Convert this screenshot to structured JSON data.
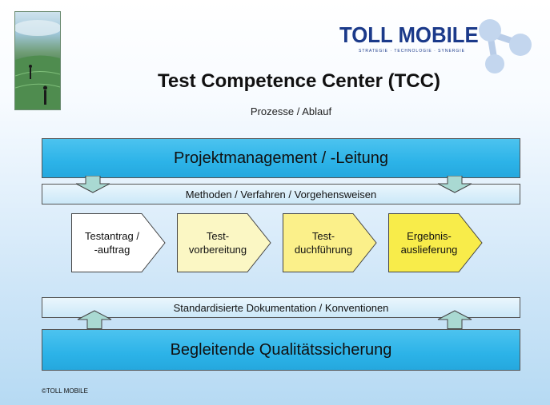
{
  "logo": {
    "brand": "TOLL MOBILE",
    "tagline": "STRATEGIE · TECHNOLOGIE · SYNERGIE"
  },
  "title": "Test Competence Center (TCC)",
  "subtitle": "Prozesse / Ablauf",
  "bands": {
    "top": "Projektmanagement / -Leitung",
    "methods": "Methoden / Verfahren / Vorgehensweisen",
    "documentation": "Standardisierte Dokumentation / Konventionen",
    "bottom": "Begleitende Qualitätssicherung"
  },
  "steps": [
    {
      "line1": "Testantrag /",
      "line2": "-auftrag",
      "fill": "#ffffff"
    },
    {
      "line1": "Test-",
      "line2": "vorbereitung",
      "fill": "#fbf7c4"
    },
    {
      "line1": "Test-",
      "line2": "duchführung",
      "fill": "#fbf08a"
    },
    {
      "line1": "Ergebnis-",
      "line2": "auslieferung",
      "fill": "#f8ec4a"
    }
  ],
  "colors": {
    "band": "#2cb3e8",
    "logo": "#1b3a8a",
    "arrow": "#a9d9d2"
  },
  "footer": "©TOLL MOBILE"
}
